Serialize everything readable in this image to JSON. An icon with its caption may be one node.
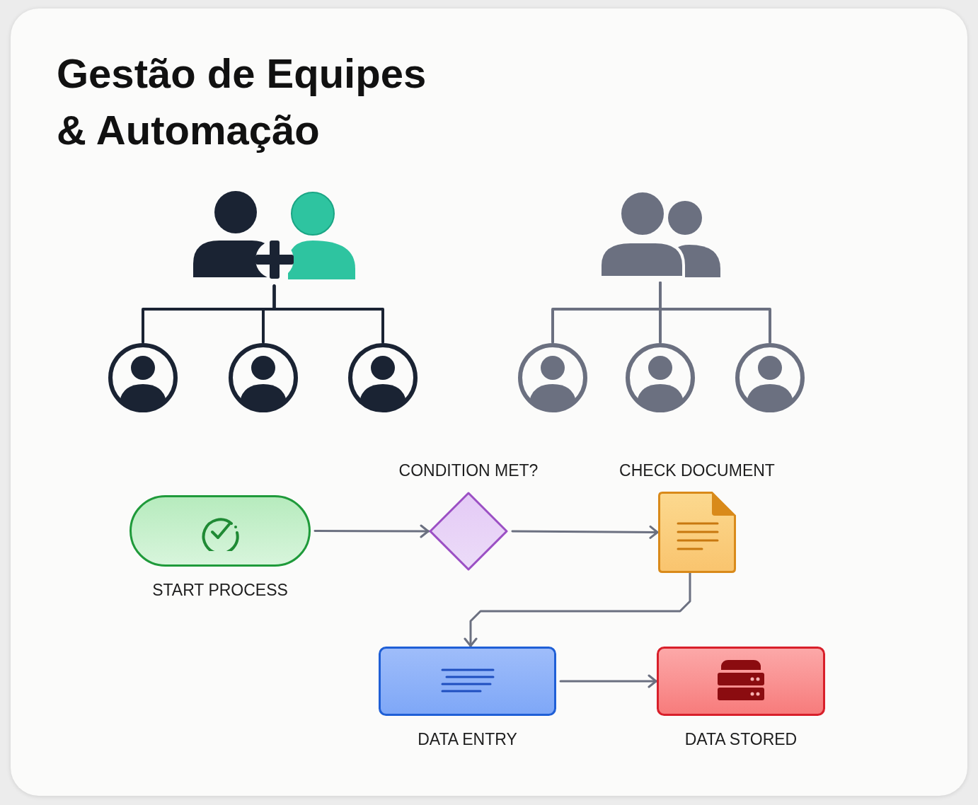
{
  "diagram": {
    "title": "Gestão de Equipes & Automação",
    "nodes": [
      {
        "text": [],
        "shape": "person"
      },
      {
        "text": [],
        "shape": "person"
      },
      {
        "text": [],
        "shape": "person"
      },
      {
        "text": [],
        "shape": "person"
      },
      {
        "text": [],
        "shape": "person"
      },
      {
        "text": [],
        "shape": "person"
      },
      {
        "text": [],
        "shape": "person"
      },
      {
        "text": [],
        "shape": "person"
      },
      {
        "text": [
          "START PROCESS"
        ]
      },
      {
        "text": [
          "CONDITION MET?"
        ]
      },
      {
        "text": [
          "CHECK DOCUMENT"
        ]
      },
      {
        "text": [
          "DATA ENTRY"
        ]
      },
      {
        "text": [
          "DATA STORED"
        ]
      }
    ],
    "edges": [
      {
        "from": 0,
        "to": 1,
        "arrow": "none",
        "color": "#1a2333"
      },
      {
        "from": 0,
        "to": 2,
        "arrow": "none",
        "color": "#1a2333"
      },
      {
        "from": 0,
        "to": 3,
        "arrow": "none",
        "color": "#1a2333"
      },
      {
        "from": 4,
        "to": 5,
        "arrow": "none"
      },
      {
        "from": 4,
        "to": 6,
        "arrow": "none"
      },
      {
        "from": 4,
        "to": 7,
        "arrow": "none"
      },
      {
        "from": 8,
        "to": 9,
        "arrow": "to"
      },
      {
        "from": 9,
        "to": 10,
        "arrow": "to"
      },
      {
        "from": 10,
        "to": 11,
        "arrow": "to"
      },
      {
        "from": 11,
        "to": 12,
        "arrow": "to"
      }
    ]
  }
}
